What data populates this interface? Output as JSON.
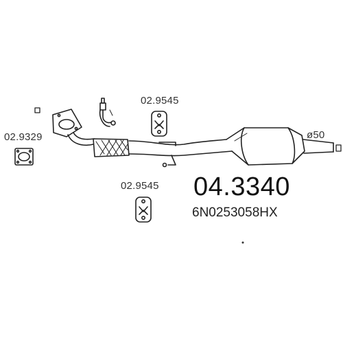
{
  "part": {
    "number": "04.3340",
    "oem": "6N0253058HX"
  },
  "labels": {
    "mount_upper": "02.9545",
    "gasket": "02.9329",
    "mount_lower": "02.9545",
    "diameter": "ø50"
  },
  "colors": {
    "line": "#222222",
    "text": "#333333"
  }
}
